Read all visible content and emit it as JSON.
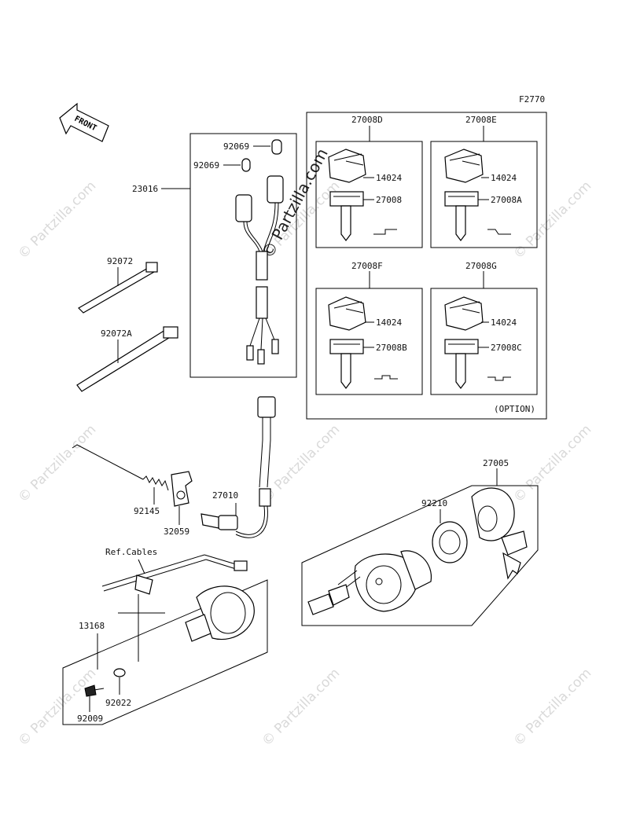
{
  "figure_code": "F2770",
  "front_label": "FRONT",
  "reference_label": "Ref.Cables",
  "option_label": "(OPTION)",
  "watermark": "© Partzilla.com",
  "parts": {
    "p27008D": "27008D",
    "p27008E": "27008E",
    "p27008F": "27008F",
    "p27008G": "27008G",
    "p14024a": "14024",
    "p14024b": "14024",
    "p14024c": "14024",
    "p14024d": "14024",
    "p27008": "27008",
    "p27008A": "27008A",
    "p27008B": "27008B",
    "p27008C": "27008C",
    "p92069a": "92069",
    "p92069b": "92069",
    "p23016": "23016",
    "p92072": "92072",
    "p92072A": "92072A",
    "p92145": "92145",
    "p32059": "32059",
    "p27010": "27010",
    "p27005": "27005",
    "p92210": "92210",
    "p13168": "13168",
    "p92022": "92022",
    "p92009": "92009"
  }
}
